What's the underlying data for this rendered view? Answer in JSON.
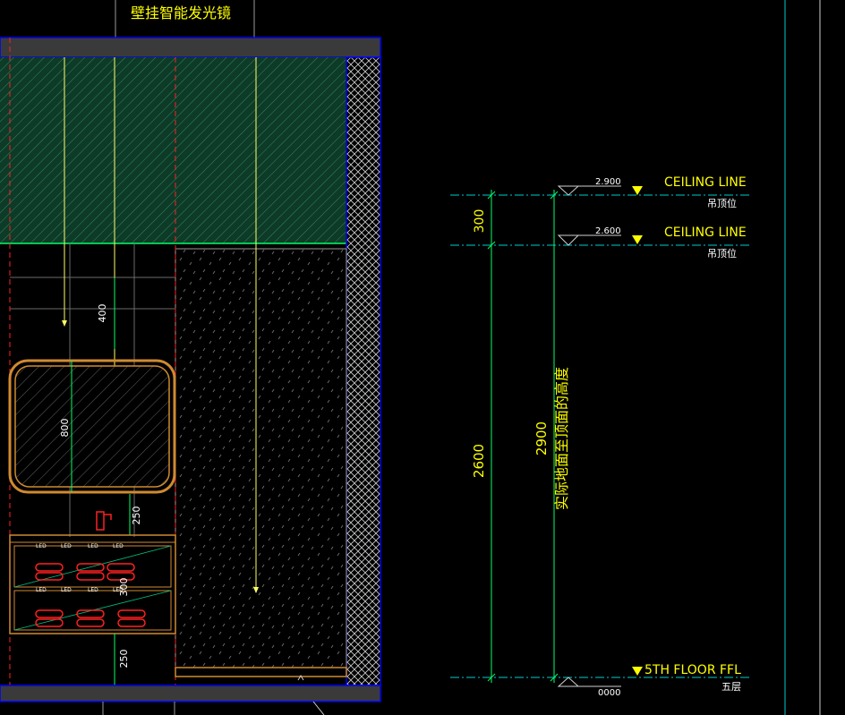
{
  "drawing": {
    "mirror_title": "壁挂智能发光镜",
    "dims_left": {
      "d400": "400",
      "d800": "800",
      "d250_top": "250",
      "d300_cab": "300",
      "d250_bottom": "250"
    },
    "cabinet_labels": [
      "LED",
      "LED",
      "LED",
      "LED",
      "LED",
      "LED",
      "LED",
      "LED"
    ],
    "levels": [
      {
        "value": "2.900",
        "name": "CEILING LINE",
        "sub": "吊顶位"
      },
      {
        "value": "2.600",
        "name": "CEILING LINE",
        "sub": "吊顶位"
      },
      {
        "value": "0000",
        "name": "5TH FLOOR FFL",
        "sub": "五层"
      }
    ],
    "dims_right": {
      "d300": "300",
      "d2600": "2600",
      "d2900": "2900",
      "d2900_desc": "实际地面至顶面的高度"
    },
    "colors": {
      "background": "#000000",
      "wall_outline": "#0000ff",
      "hatch_green": "#1f6b4a",
      "text_yellow": "#ffff00",
      "dim_green": "#00ff66",
      "cyan": "#00ffff",
      "orange": "#d08a30",
      "red": "#ff2020",
      "grey": "#9a9a9a"
    }
  }
}
